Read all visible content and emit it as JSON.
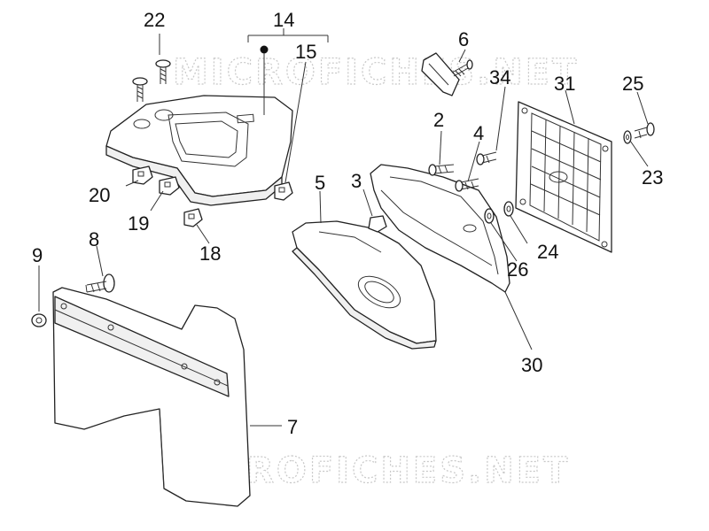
{
  "watermark": {
    "top": "MICROFICHES.NET",
    "bottom": "MICROFICHES.NET"
  },
  "callouts": {
    "c2": "2",
    "c3": "3",
    "c4": "4",
    "c5": "5",
    "c6": "6",
    "c7": "7",
    "c8": "8",
    "c9": "9",
    "c14": "14",
    "c15": "15",
    "c18": "18",
    "c19": "19",
    "c20": "20",
    "c22": "22",
    "c23": "23",
    "c24": "24",
    "c25": "25",
    "c26": "26",
    "c30": "30",
    "c31": "31",
    "c34": "34"
  },
  "colors": {
    "line": "#222222",
    "watermark": "#c8c8c8",
    "background": "#ffffff"
  }
}
